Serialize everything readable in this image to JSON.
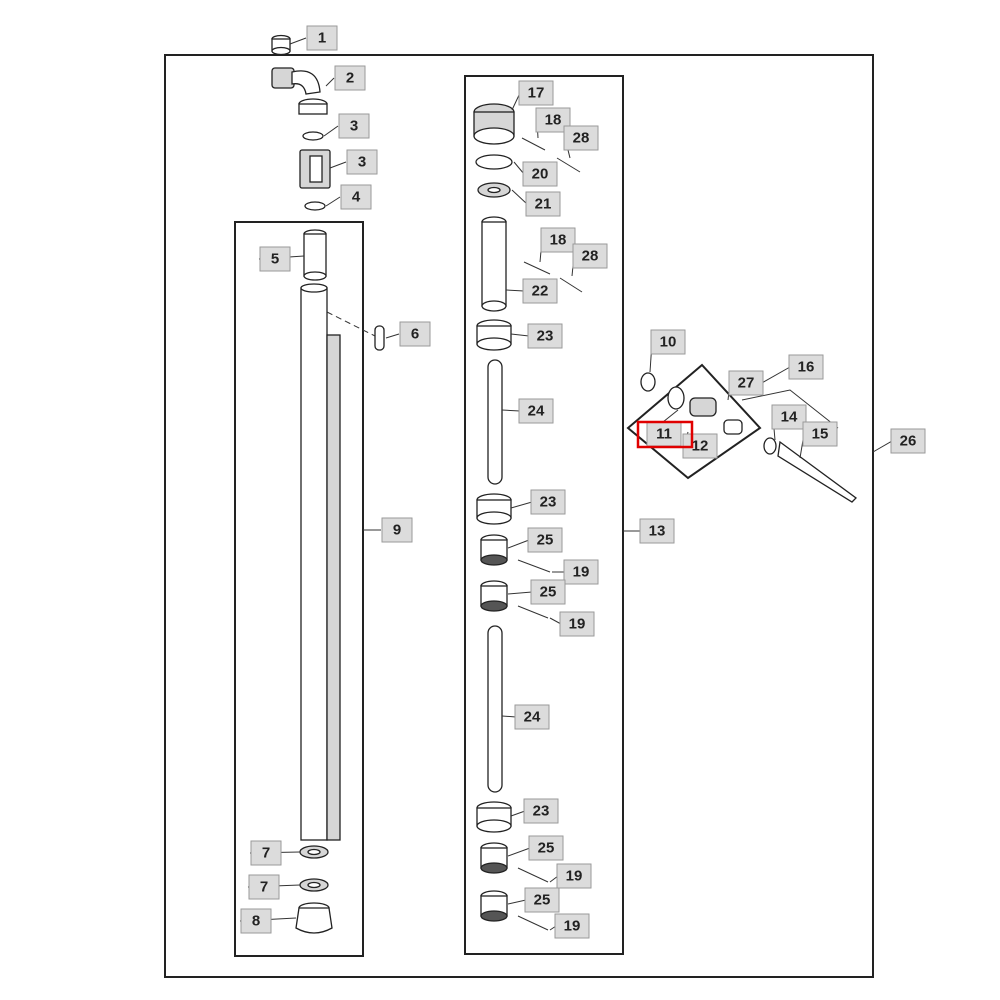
{
  "callouts": [
    "1",
    "2",
    "3",
    "3",
    "4",
    "5",
    "6",
    "7",
    "7",
    "8",
    "9",
    "10",
    "11",
    "12",
    "13",
    "14",
    "15",
    "16",
    "17",
    "18",
    "18",
    "19",
    "19",
    "19",
    "19",
    "20",
    "21",
    "22",
    "23",
    "23",
    "23",
    "24",
    "24",
    "25",
    "25",
    "25",
    "25",
    "26",
    "27",
    "28",
    "28"
  ],
  "highlighted_callout": "11",
  "colors": {
    "highlight": "#e00000",
    "callout_fill": "#dcdcdc",
    "line": "#222222"
  }
}
